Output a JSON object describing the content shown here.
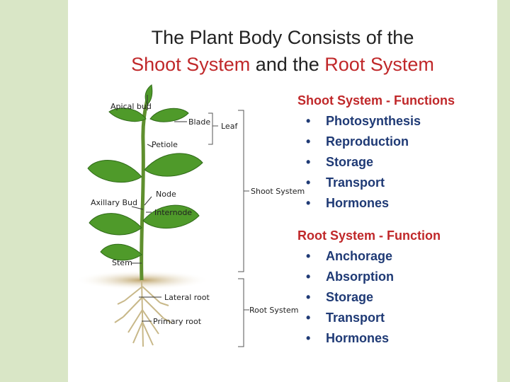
{
  "title": {
    "line1": "The Plant Body Consists of the",
    "shoot": "Shoot System",
    "and_the": " and the ",
    "root": "Root System"
  },
  "labels": {
    "apical_bud": "Apical bud",
    "blade": "Blade",
    "leaf": "Leaf",
    "petiole": "Petiole",
    "node": "Node",
    "axillary_bud": "Axillary Bud",
    "internode": "Internode",
    "shoot_system": "Shoot System",
    "stem": "Stem",
    "lateral_root": "Lateral root",
    "root_system": "Root System",
    "primary_root": "Primary root"
  },
  "shoot_functions": {
    "heading": "Shoot System - Functions",
    "items": [
      "Photosynthesis",
      "Reproduction",
      "Storage",
      "Transport",
      "Hormones"
    ]
  },
  "root_functions": {
    "heading": "Root System - Function",
    "items": [
      "Anchorage",
      "Absorption",
      "Storage",
      "Transport",
      "Hormones"
    ]
  },
  "colors": {
    "background": "#d9e6c6",
    "accent_red": "#c0282a",
    "list_blue": "#1f3a75",
    "leaf_green": "#4f9a2a"
  }
}
